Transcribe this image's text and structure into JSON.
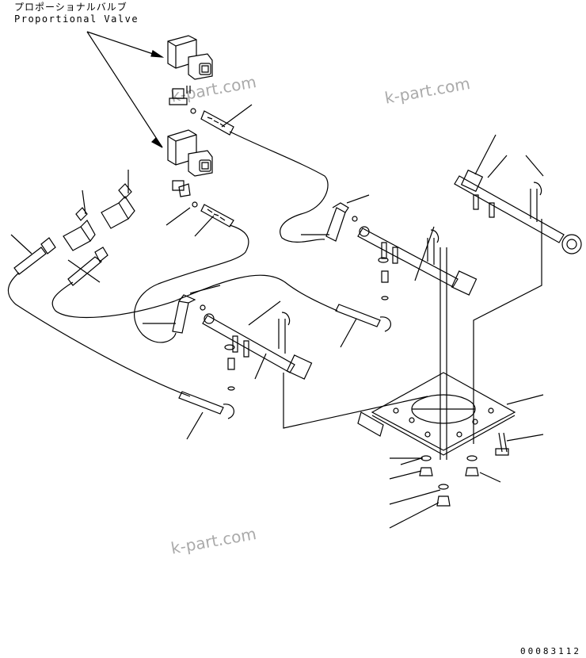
{
  "labels": {
    "japanese": "プロポーショナルバルブ",
    "english": "Proportional Valve"
  },
  "watermark": "k-part.com",
  "doc_number": "00083112"
}
